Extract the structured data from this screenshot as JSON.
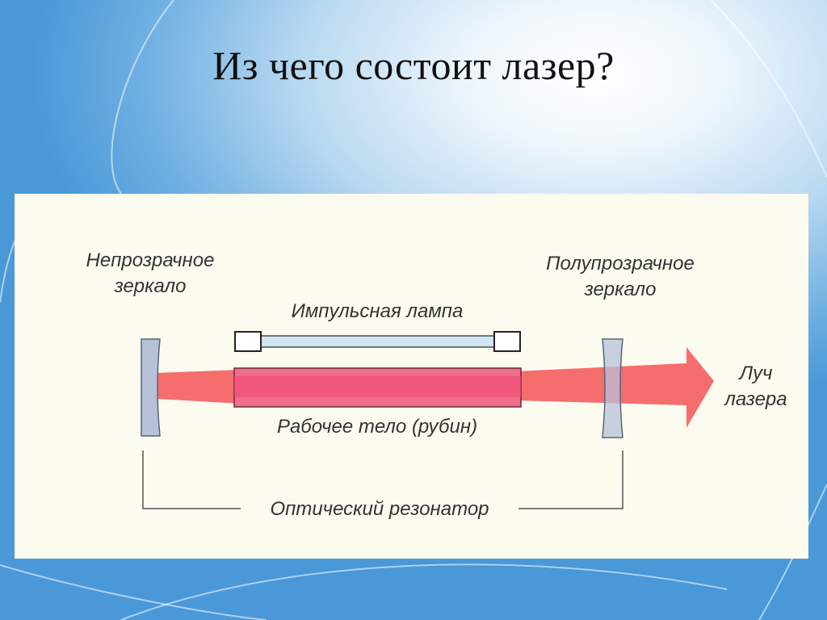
{
  "slide": {
    "title": "Из чего состоит лазер?"
  },
  "diagram": {
    "opaque_mirror": [
      "Непрозрачное",
      "зеркало"
    ],
    "semi_mirror": [
      "Полупрозрачное",
      "зеркало"
    ],
    "lamp": "Импульсная лампа",
    "medium": "Рабочее тело (рубин)",
    "beam": [
      "Луч",
      "лазера"
    ],
    "resonator": "Оптический резонатор"
  },
  "colors": {
    "beam": "#f56d6d",
    "medium": "#ee4f78",
    "lamp": "#cfe6f2",
    "mirror": "#b7c2d8",
    "panel": "#fcfbf0"
  }
}
